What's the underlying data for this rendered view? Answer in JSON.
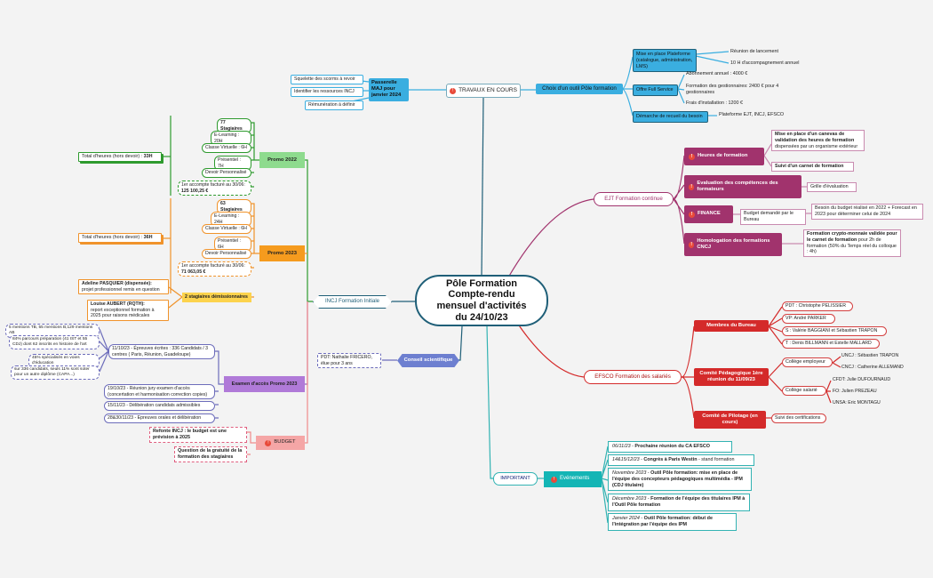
{
  "central": {
    "line1": "Pôle Formation",
    "line2": "Compte-rendu",
    "line3": "mensuel d'activités",
    "line4": "du 24/10/23"
  },
  "top": {
    "travaux": "TRAVAUX EN COURS",
    "choix": "Choix d'un outil Pôle formation",
    "mise_place": "Mise en place Plateforme (catalogue, administration, LMS)",
    "reunion": "Réunion de lancement",
    "accompagnement": "10 H d'accompagnement annuel",
    "offre": "Offre Full Service",
    "abonnement": "Abonnement annuel : 4000 €",
    "formation_gest": "Formation des gestionnaires: 2400 € pour 4 gestionnaires",
    "frais": "Frais d'installation : 1200 €",
    "demarche": "Démarche de recueil du besoin",
    "plateforme": "Plateforme EJT, INCJ, EFSCO",
    "passerelle": "Passerelle MAJ pour janvier 2024",
    "squelette": "Squelette des scorms à revoir",
    "identifier": "Identifier les ressources INCJ",
    "remuneration": "Rémunération à définir"
  },
  "ejt": {
    "title": "EJT Formation continue",
    "heures": "Heures de formation",
    "heures_note1": "Mise en place d'un canevas de validation des heures de formation",
    "heures_note1b": "dispensées par un organisme extérieur",
    "heures_note2": "Suivi d'un carnet de formation",
    "evaluation": "Evaluation des compétences des formateurs",
    "grille": "Grille d'évaluation",
    "finance": "FINANCE",
    "budget_demande": "Budget demandé par le Bureau",
    "budget_note": "Besoin du budget réalisé en 2022 + Forecast en 2023 pour déterminer celui de 2024",
    "homologation": "Homologation des formations CNCJ",
    "homologation_note1": "Formation crypto-monnaie validée pour le carnet de formation",
    "homologation_note2": "pour 2h de formation (50% du Temps réel du colloque : 4h)"
  },
  "efsco": {
    "title": "EFSCO Formation des salariés",
    "membres": "Membres du Bureau",
    "pdt": "PDT : Christophe PELISSIER",
    "vp": "VP: André PARKER",
    "s": "S : Valérie BAGGIANI et Sébastien TRAPON",
    "t": "T : Denis BILLMANN et Estelle MALLARD",
    "comite_peda": "Comité Pédagogique 1ère réunion du 11/09/23",
    "college_emp": "Collège employeur",
    "unicj": "UNCJ : Sébastien TRAPON",
    "cncj": "CNCJ : Catherine ALLEMAND",
    "college_sal": "Collège salarié",
    "cfdt": "CFDT: Julie DUFOURNAUD",
    "fo": "FO: Julien PREZEAU",
    "unsa": "UNSA: Eric MONTAGU",
    "comite_pilot": "Comité de Pilotage (en cours)",
    "suivi_cert": "Suivi des certifications"
  },
  "events": {
    "important": "IMPORTANT",
    "title": "Evénements",
    "e1_date": "06/11/23",
    "e1_text": "Prochaine réunion du CA EFSCO",
    "e2_date": "14&15/12/23",
    "e2_text": "Congrès à Paris Westin",
    "e2_tail": "- stand formation",
    "e3_date": "Novembre 2023",
    "e3_text": "Outil Pôle formation: mise en place de l'équipe des concepteurs pédagogiques multimédia - IPM (CDJ titulaire)",
    "e4_date": "Décembre 2023",
    "e4_text": "Formation de l'équipe des titulaires IPM à l'Outil Pôle formation",
    "e5_date": "Janvier 2024",
    "e5_text": "Outil Pôle formation: début de l'intégration par l'équipe des IPM"
  },
  "conseil": {
    "title": "Conseil scientifique",
    "note": "PDT: Nathalie FRICERO, élue pour 3 ans"
  },
  "incj": {
    "title": "INCJ Formation Initiale",
    "promo22": "Promo 2022",
    "p22_stag": "77 Stagiaires",
    "p22_el": "E-Learning : 20H",
    "p22_cv": "Classe Virtuelle : 6H",
    "p22_pres": "Présentiel : 7H",
    "p22_dev": "Devoir Personnalisé",
    "p22_acompte": "1er accompte facturé au 30/06:",
    "p22_montant": "125 100,25 €",
    "p22_total": "Total d'heures (hors devoir) :",
    "p22_total_val": "33H",
    "promo23": "Promo 2023",
    "p23_stag": "63 Stagiaires",
    "p23_el": "E-Learning : 24H",
    "p23_cv": "Classe Virtuelle : 6H",
    "p23_pres": "Présentiel : 6H",
    "p23_dev": "Devoir Personnalisé",
    "p23_acompte": "1er accompte facturé au 30/06:",
    "p23_montant": "71 063,05 €",
    "p23_total": "Total d'heures (hors devoir) :",
    "p23_total_val": "36H",
    "demissionnaires": "2 stagiaires démissionnaires",
    "adeline": "Adeline PASQUIER (dispensée):",
    "adeline_note": "projet professionnel remis en question",
    "louise": "Louise AUBERT (RQTH):",
    "louise_note": "report exceptionnel formation à 2025 pour raisons médicales",
    "examen": "Examen d'accès Promo 2023",
    "ecrites": "11/10/23 - Épreuves écrites : 336 Candidats / 3 centres ( Paris, Réunion, Guadeloupe)",
    "mentions": "5 mentions TB, 55 mentions B,129 mentions AB",
    "parcours": "84% parcours préparation (41 IST et 55 CDJ) dont 62 inscrits en histoire de l'art",
    "specialise": "45% spécialisés en voies d'éducation",
    "sur336": "sur 336 candidats, seuls 11% sont soter pour un autre diplôme (CAPA...)",
    "jury": "19/10/23 - Réunion jury examen d'accès (concertation et harmonisation correction copies)",
    "deliberation1": "15/11/23 - Délibération candidats admissibles",
    "orales": "28&30/11/23 - Epreuves orales et délibération",
    "budget": "BUDGET",
    "refonte": "Refonte INCJ : le budget est une prévision à 2025",
    "gratuite": "Question de la gratuité de la formation des stagiaires"
  },
  "colors": {
    "navy": "#1f5f78",
    "green": "#2e9a2e",
    "orange": "#f0932b",
    "purple": "#6d6dbb",
    "pink": "#c98bb0",
    "red": "#d34040",
    "teal": "#33b3b3",
    "magenta": "#a1336d",
    "blue": "#3aaee0"
  }
}
